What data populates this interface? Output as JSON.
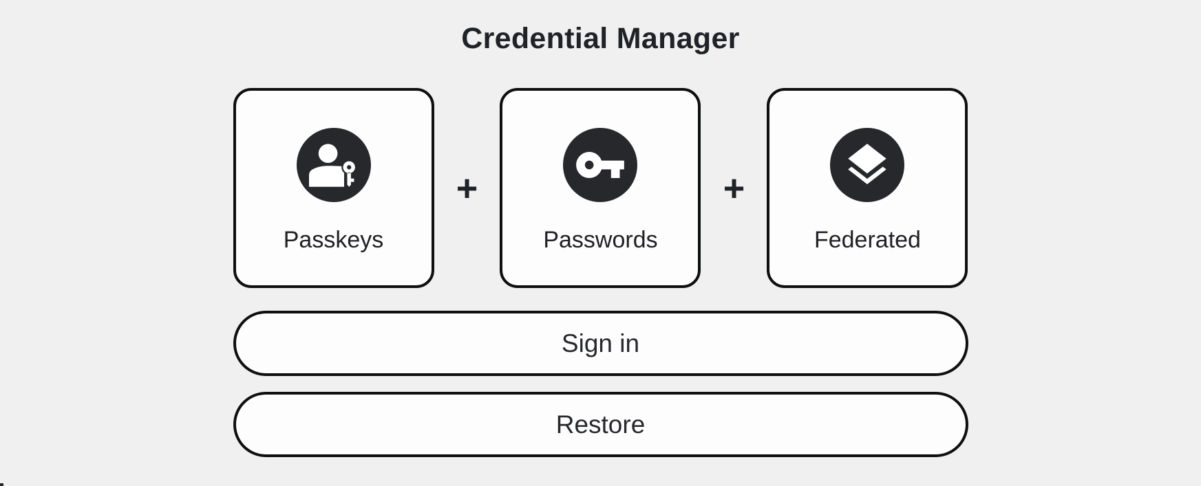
{
  "title": "Credential Manager",
  "cards": [
    {
      "label": "Passkeys",
      "icon": "passkey-icon"
    },
    {
      "label": "Passwords",
      "icon": "key-icon"
    },
    {
      "label": "Federated",
      "icon": "layers-icon"
    }
  ],
  "plus_separator": "+",
  "buttons": {
    "sign_in_label": "Sign in",
    "restore_label": "Restore"
  },
  "colors": {
    "background": "#f0f0f1",
    "surface": "#fdfdfd",
    "outline": "#0e0f10",
    "icon_circle": "#26282b",
    "text": "#202124"
  }
}
